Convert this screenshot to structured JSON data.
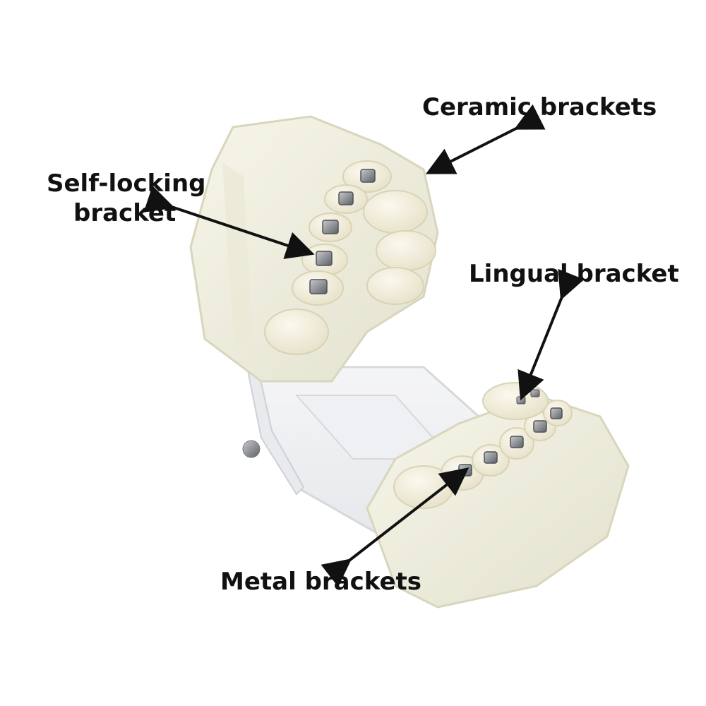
{
  "annotations": {
    "ceramic": "Ceramic brackets",
    "self_locking_line1": "Self-locking",
    "self_locking_line2": "bracket",
    "lingual": "Lingual bracket",
    "metal": "Metal brackets"
  },
  "colors": {
    "background": "#ffffff",
    "acrylic": "#eeeedd",
    "tooth": "#f4f1e2",
    "bracket_metal": "#8d9096",
    "arrow": "#111111"
  }
}
